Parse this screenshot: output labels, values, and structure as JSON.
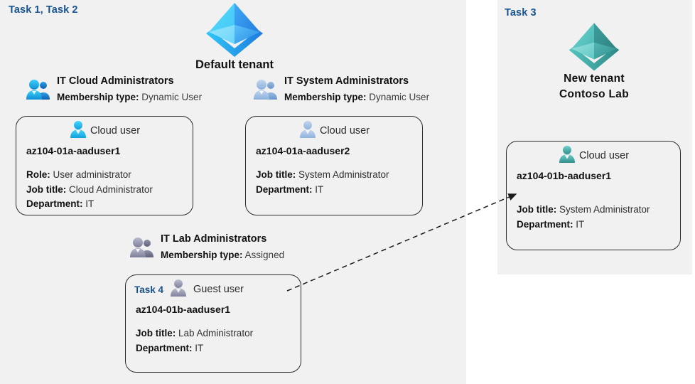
{
  "panels": {
    "default_tenant": {
      "task_label": "Task 1, Task 2",
      "tenant_name": "Default tenant",
      "tenant_icon": "azure-tenant-pyramid-icon",
      "accent": "#29b8f3"
    },
    "new_tenant": {
      "task_label": "Task 3",
      "tenant_name_line1": "New  tenant",
      "tenant_name_line2": "Contoso Lab",
      "tenant_icon": "azure-tenant-pyramid-icon",
      "accent": "#47afae"
    }
  },
  "groups": [
    {
      "id": "it-cloud-administrators",
      "icon": "group-users-icon",
      "name": "IT Cloud Administrators",
      "membership_label": "Membership type:",
      "membership_value": "Dynamic User",
      "icon_color": "#22a5e3"
    },
    {
      "id": "it-system-administrators",
      "icon": "group-users-icon",
      "name": "IT System Administrators",
      "membership_label": "Membership type:",
      "membership_value": "Dynamic User",
      "icon_color": "#9ab9dd"
    },
    {
      "id": "it-lab-administrators",
      "icon": "group-users-icon",
      "name": "IT Lab Administrators",
      "membership_label": "Membership type:",
      "membership_value": "Assigned",
      "icon_color": "#8f90a8"
    }
  ],
  "cards": [
    {
      "id": "az104-01a-aaduser1",
      "task": null,
      "usertype_icon": "cloud-user-icon",
      "usertype": "Cloud user",
      "username": "az104-01a-aaduser1",
      "props": [
        {
          "label": "Role:",
          "value": "User administrator"
        },
        {
          "label": "Job title:",
          "value": "Cloud Administrator"
        },
        {
          "label": "Department:",
          "value": "IT"
        }
      ]
    },
    {
      "id": "az104-01a-aaduser2",
      "task": null,
      "usertype_icon": "cloud-user-icon",
      "usertype": "Cloud user",
      "username": "az104-01a-aaduser2",
      "props": [
        {
          "label": "Job title:",
          "value": "System Administrator"
        },
        {
          "label": "Department:",
          "value": "IT"
        }
      ]
    },
    {
      "id": "az104-01b-aaduser1-guest",
      "task": "Task 4",
      "usertype_icon": "guest-user-icon",
      "usertype": "Guest user",
      "username": "az104-01b-aaduser1",
      "props": [
        {
          "label": "Job title:",
          "value": "Lab Administrator"
        },
        {
          "label": "Department:",
          "value": "IT"
        }
      ]
    },
    {
      "id": "az104-01b-aaduser1-new-tenant",
      "task": null,
      "usertype_icon": "cloud-user-icon",
      "usertype": "Cloud user",
      "username": "az104-01b-aaduser1",
      "props": [
        {
          "label": "Job title:",
          "value": "System Administrator"
        },
        {
          "label": "Department:",
          "value": "IT"
        }
      ]
    }
  ],
  "connector": {
    "name": "guest-user-to-new-tenant-arrow",
    "style": "dashed-arrow"
  }
}
